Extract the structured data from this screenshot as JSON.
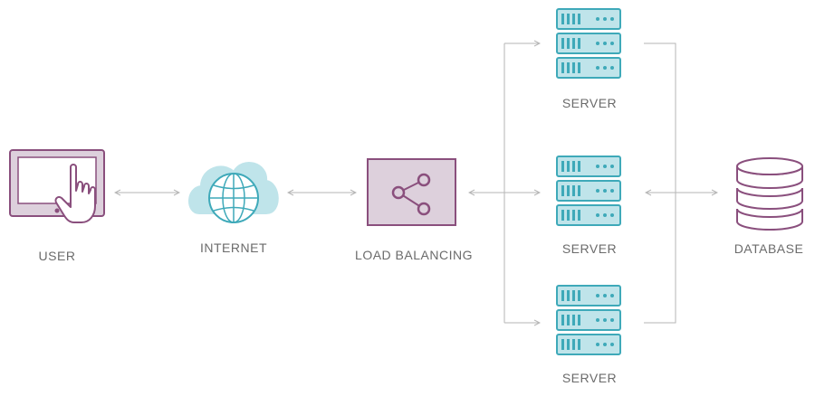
{
  "nodes": {
    "user": {
      "label": "USER",
      "icon": "tablet-touch-icon"
    },
    "internet": {
      "label": "INTERNET",
      "icon": "cloud-globe-icon"
    },
    "load_balancer": {
      "label": "LOAD BALANCING",
      "icon": "share-icon"
    },
    "servers": [
      {
        "label": "SERVER",
        "icon": "server-rack-icon"
      },
      {
        "label": "SERVER",
        "icon": "server-rack-icon"
      },
      {
        "label": "SERVER",
        "icon": "server-rack-icon"
      }
    ],
    "database": {
      "label": "DATABASE",
      "icon": "database-icon"
    }
  },
  "colors": {
    "purple": "#8a4f7d",
    "purple_fill": "#ddd0dc",
    "teal": "#3ea9b9",
    "teal_fill": "#bfe4ea",
    "connector": "#b5b5b5",
    "label": "#6b6b6b"
  }
}
